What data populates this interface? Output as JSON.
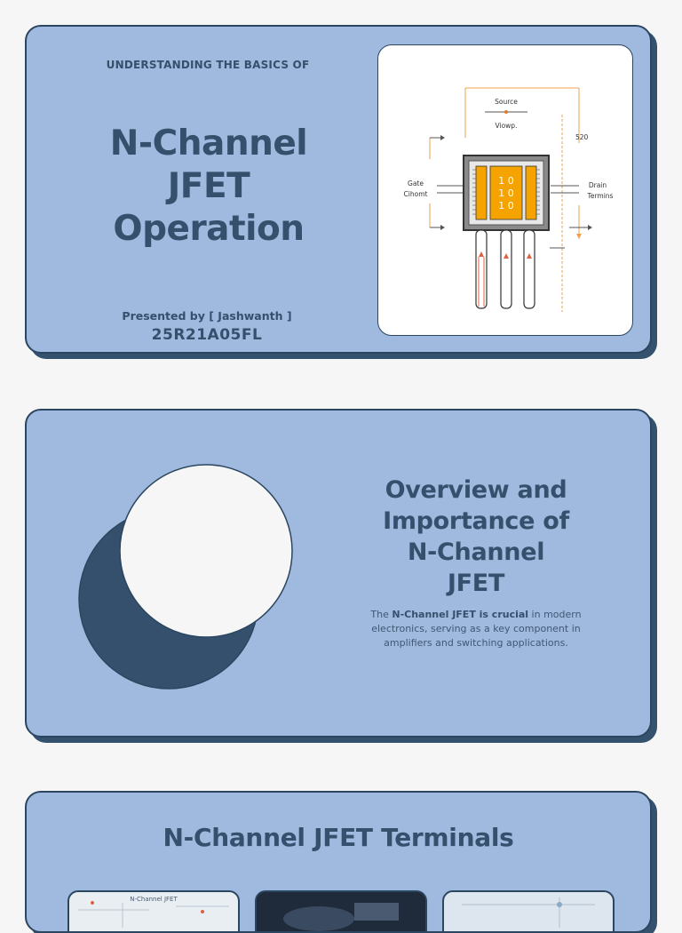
{
  "slide1": {
    "kicker": "UNDERSTANDING THE BASICS OF",
    "title_lines": [
      "N-Channel",
      "JFET",
      "Operation"
    ],
    "presenter": "Presented by [ Jashwanth ]",
    "roll_number": "25R21A05FL",
    "figure": {
      "source_label": "Source",
      "viewport_label": "Viowp.",
      "dimension_label": "520",
      "gate_label_1": "Gate",
      "gate_label_2": "Cihomt",
      "drain_label_1": "Drain",
      "drain_label_2": "Termins",
      "chip_rows": [
        "1 0",
        "1 0",
        "1 0"
      ]
    }
  },
  "slide2": {
    "title_lines": [
      "Overview and",
      "Importance of",
      "N-Channel",
      "JFET"
    ],
    "body_prefix": "The ",
    "body_bold": "N-Channel JFET is crucial",
    "body_suffix": " in modern electronics, serving as a key component in amplifiers and switching applications."
  },
  "slide3": {
    "title": "N-Channel JFET Terminals",
    "thumb1_label": "N-Channel JFET"
  },
  "colors": {
    "slide_bg": "#a0b9de",
    "accent_dark": "#34506d",
    "orange": "#f5a300"
  }
}
